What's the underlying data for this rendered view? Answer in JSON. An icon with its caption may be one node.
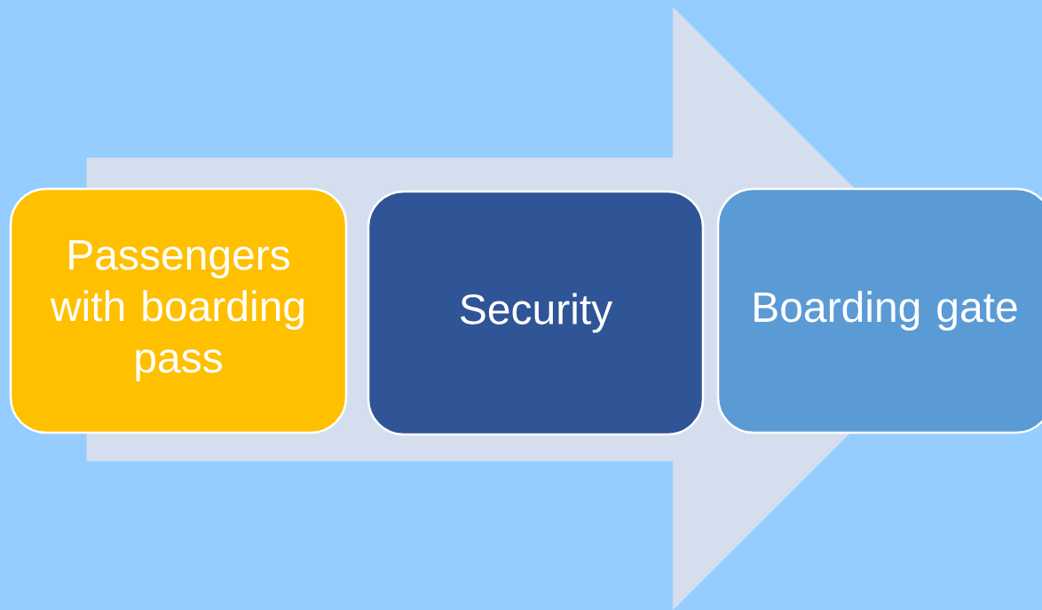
{
  "diagram": {
    "nodes": [
      {
        "text": [
          "Passengers with boarding pass"
        ]
      },
      {
        "text": [
          "Security"
        ]
      },
      {
        "text": [
          "Boarding gate"
        ]
      }
    ],
    "edges": [
      {
        "from": 0,
        "to": 2,
        "arrow": "to"
      }
    ]
  }
}
